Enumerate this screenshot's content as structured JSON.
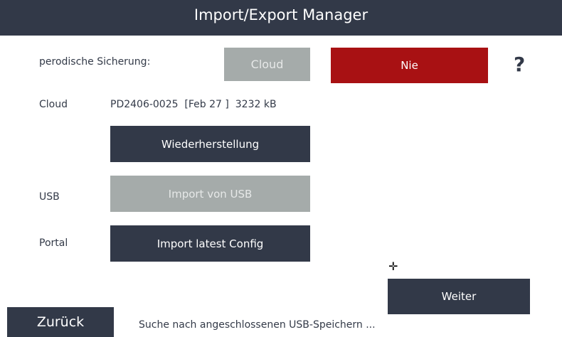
{
  "header": {
    "title": "Import/Export Manager"
  },
  "periodic": {
    "label": "perodische Sicherung:",
    "target_button": "Cloud",
    "interval_button": "Nie",
    "help": "?"
  },
  "cloud": {
    "label": "Cloud",
    "backup_info": "PD2406-0025  [Feb 27 ]  3232 kB",
    "restore_button": "Wiederherstellung"
  },
  "usb": {
    "label": "USB",
    "import_button": "Import von USB"
  },
  "portal": {
    "label": "Portal",
    "import_button": "Import latest Config"
  },
  "footer": {
    "next_button": "Weiter",
    "back_button": "Zurück",
    "status": "Suche nach angeschlossenen USB-Speichern ..."
  },
  "colors": {
    "dark": "#323948",
    "disabled": "#a5abaa",
    "danger": "#a81113"
  }
}
